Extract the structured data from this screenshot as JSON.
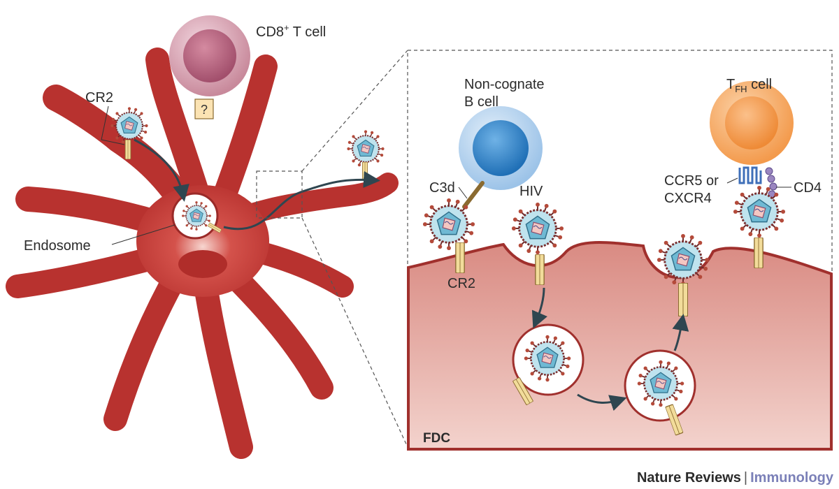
{
  "labels": {
    "cd8_cell": "CD8",
    "cd8_sup": "+",
    "cd8_suffix": " T cell",
    "question": "?",
    "cr2_left": "CR2",
    "endosome": "Endosome",
    "noncognate_line1": "Non-cognate",
    "noncognate_line2": "B cell",
    "tfh_T": "T",
    "tfh_sub": "FH",
    "tfh_suffix": " cell",
    "c3d": "C3d",
    "hiv": "HIV",
    "ccr5_line1": "CCR5 or",
    "ccr5_line2": "CXCR4",
    "cd4": "CD4",
    "cr2_right": "CR2",
    "fdc": "FDC"
  },
  "credit": {
    "publisher": "Nature Reviews",
    "separator": "|",
    "journal": "Immunology"
  },
  "colors": {
    "fdc_red": "#c23a36",
    "fdc_panel": "#d98c84",
    "cd8_pink": "#b8768a",
    "b_cell_blue": "#3d86c8",
    "tfh_orange": "#f3a05a",
    "virion_cyan": "#7fc3d8",
    "receptor_yellow": "#f2dc9a",
    "arrow": "#2f4650"
  }
}
